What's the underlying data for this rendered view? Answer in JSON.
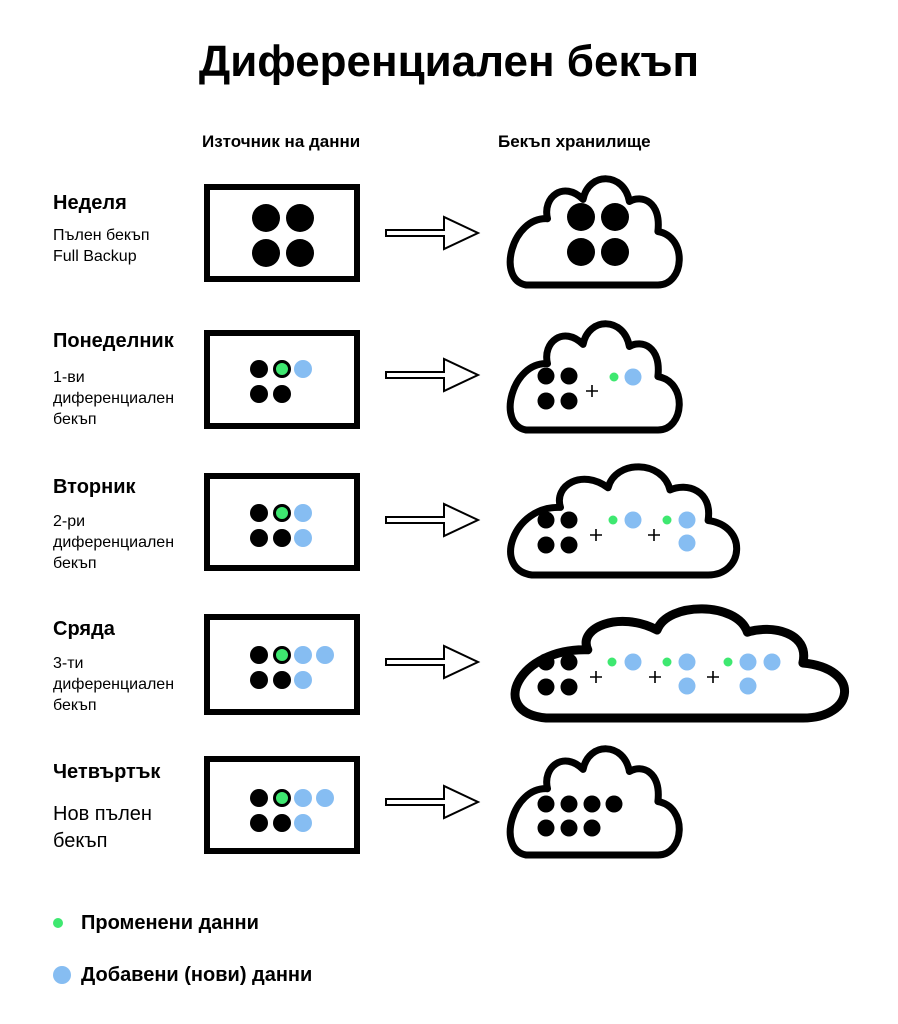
{
  "title": "Диференциален бекъп",
  "columns": {
    "source": "Източник на данни",
    "storage": "Бекъп хранилище"
  },
  "rows": [
    {
      "day": "Неделя",
      "desc": [
        "Пълен бекъп",
        "Full Backup"
      ]
    },
    {
      "day": "Понеделник",
      "desc": [
        "1-ви",
        "диференциален",
        "бекъп"
      ]
    },
    {
      "day": "Вторник",
      "desc": [
        "2-ри",
        "диференциален",
        "бекъп"
      ]
    },
    {
      "day": "Сряда",
      "desc": [
        "3-ти",
        "диференциален",
        "бекъп"
      ]
    },
    {
      "day": "Четвъртък",
      "desc": [
        "Нов пълен",
        "бекъп"
      ]
    }
  ],
  "legend": {
    "changed": "Променени данни",
    "added": "Добавени (нови) данни"
  },
  "colors": {
    "data": "#000000",
    "changed": "#3ee870",
    "added": "#86bdf2",
    "outline": "#000000"
  }
}
